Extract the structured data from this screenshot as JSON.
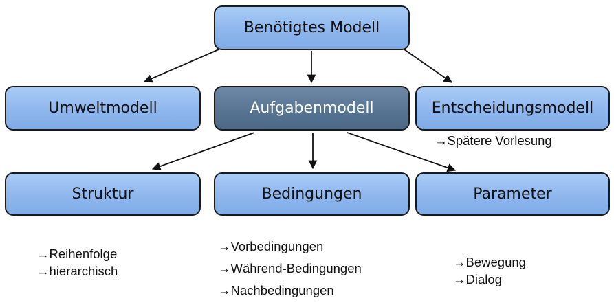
{
  "colors": {
    "box_fill": "#8fb7ee",
    "highlight_fill": "#587592",
    "border": "#1a1a1a"
  },
  "nodes": {
    "root": "Benötigtes Modell",
    "umwelt": "Umweltmodell",
    "aufgaben": "Aufgabenmodell",
    "entscheidung": "Entscheidungsmodell",
    "struktur": "Struktur",
    "bedingungen": "Bedingungen",
    "parameter": "Parameter"
  },
  "notes": {
    "entscheidung": [
      "→Spätere Vorlesung"
    ],
    "struktur": [
      "→Reihenfolge",
      "→hierarchisch"
    ],
    "bedingungen": [
      "→Vorbedingungen",
      "→Während-Bedingungen",
      "→Nachbedingungen"
    ],
    "parameter": [
      "→Bewegung",
      "→Dialog"
    ]
  },
  "edges": [
    {
      "from": "root",
      "to": "umwelt"
    },
    {
      "from": "root",
      "to": "aufgaben"
    },
    {
      "from": "root",
      "to": "entscheidung"
    },
    {
      "from": "aufgaben",
      "to": "struktur"
    },
    {
      "from": "aufgaben",
      "to": "bedingungen"
    },
    {
      "from": "aufgaben",
      "to": "parameter"
    }
  ]
}
